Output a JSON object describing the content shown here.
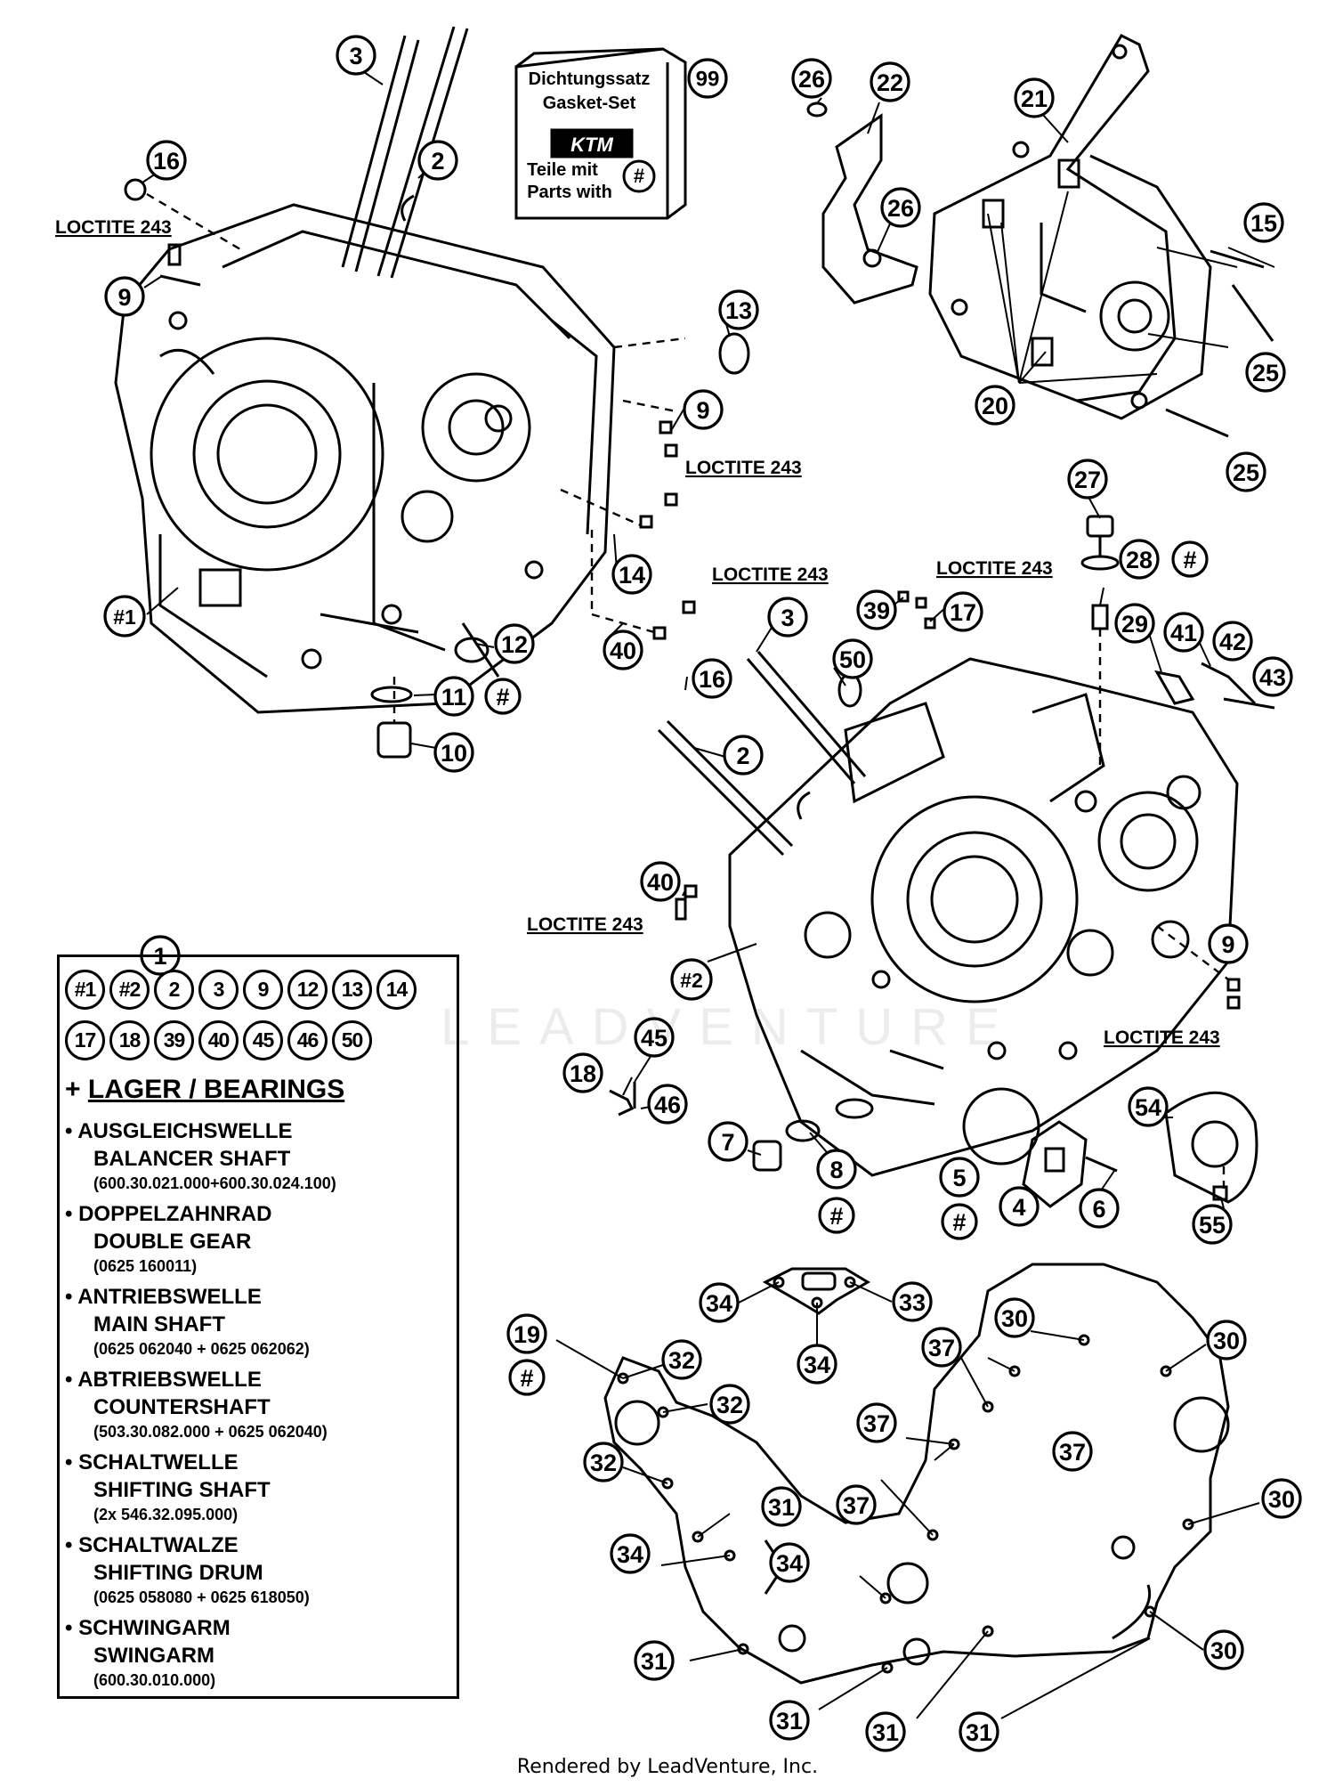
{
  "kit": {
    "line1": "Dichtungssatz",
    "line2": "Gasket-Set",
    "logo": "KTM",
    "line3": "Teile mit",
    "line4": "Parts with",
    "symbol": "#",
    "number": "99"
  },
  "loctite": {
    "a": "LOCTITE 243",
    "b": "LOCTITE 243",
    "c": "LOCTITE 243",
    "d": "LOCTITE 243",
    "e": "LOCTITE 243",
    "f": "LOCTITE 243"
  },
  "callouts": {
    "c3a": "3",
    "c2a": "2",
    "c16a": "16",
    "c9a": "9",
    "c13": "13",
    "c9b": "9",
    "c14": "14",
    "c40a": "40",
    "c12": "12",
    "c11": "11",
    "h11": "#",
    "c10": "10",
    "h1": "#1",
    "c26a": "26",
    "c22": "22",
    "c21": "21",
    "c26b": "26",
    "c15": "15",
    "c25a": "25",
    "c20": "20",
    "c25b": "25",
    "c27": "27",
    "c28": "28",
    "h28": "#",
    "c29": "29",
    "c41": "41",
    "c42": "42",
    "c43": "43",
    "c39": "39",
    "c17": "17",
    "c3b": "3",
    "c50": "50",
    "c16b": "16",
    "c2b": "2",
    "c40b": "40",
    "h2": "#2",
    "c9c": "9",
    "c45": "45",
    "c18": "18",
    "c46": "46",
    "c7": "7",
    "c8": "8",
    "h8": "#",
    "c5": "5",
    "h5": "#",
    "c4": "4",
    "c6": "6",
    "c54": "54",
    "c55": "55",
    "c1": "1",
    "c34a": "34",
    "c33": "33",
    "c34b": "34",
    "c19": "19",
    "h19": "#",
    "c32a": "32",
    "c32b": "32",
    "c32c": "32",
    "c30a": "30",
    "c30b": "30",
    "c30c": "30",
    "c30d": "30",
    "c37a": "37",
    "c37b": "37",
    "c37c": "37",
    "c37d": "37",
    "c31a": "31",
    "c31b": "31",
    "c31c": "31",
    "c31d": "31",
    "c31e": "31",
    "c34c": "34",
    "c34d": "34"
  },
  "legend": {
    "refs_row1": [
      "#1",
      "#2",
      "2",
      "3",
      "9",
      "12",
      "13",
      "14"
    ],
    "refs_row2": [
      "17",
      "18",
      "39",
      "40",
      "45",
      "46",
      "50"
    ],
    "bearings_prefix": "+",
    "bearings_title": "LAGER / BEARINGS",
    "items": [
      {
        "de": "AUSGLEICHSWELLE",
        "en": "BALANCER SHAFT",
        "num": "(600.30.021.000+600.30.024.100)"
      },
      {
        "de": "DOPPELZAHNRAD",
        "en": "DOUBLE GEAR",
        "num": "(0625 160011)"
      },
      {
        "de": "ANTRIEBSWELLE",
        "en": "MAIN SHAFT",
        "num": "(0625 062040 + 0625 062062)"
      },
      {
        "de": "ABTRIEBSWELLE",
        "en": "COUNTERSHAFT",
        "num": "(503.30.082.000 + 0625 062040)"
      },
      {
        "de": "SCHALTWELLE",
        "en": "SHIFTING SHAFT",
        "num": "(2x 546.32.095.000)"
      },
      {
        "de": "SCHALTWALZE",
        "en": "SHIFTING DRUM",
        "num": "(0625 058080 + 0625 618050)"
      },
      {
        "de": "SCHWINGARM",
        "en": "SWINGARM",
        "num": "(600.30.010.000)"
      }
    ]
  },
  "watermark": "LEADVENTURE",
  "footer": "Rendered by LeadVenture, Inc."
}
